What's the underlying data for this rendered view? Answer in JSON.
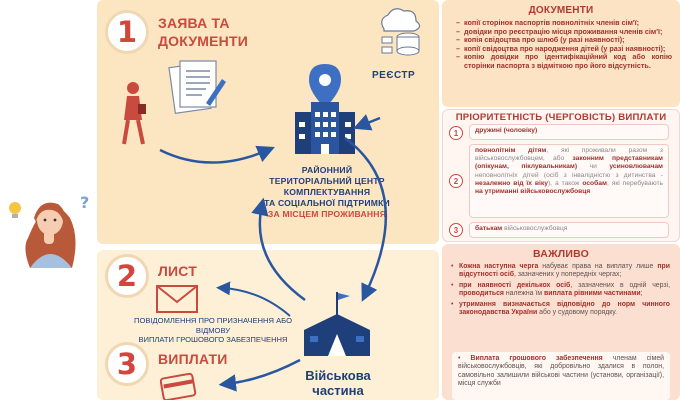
{
  "steps": [
    {
      "number": "1",
      "title_line1": "ЗАЯВА ТА",
      "title_line2": "ДОКУМЕНТИ"
    },
    {
      "number": "2",
      "title_line1": "ЛИСТ"
    },
    {
      "number": "3",
      "title_line1": "ВИПЛАТИ"
    }
  ],
  "center": {
    "registry_label": "РЕЄСТР",
    "tcc_lines": [
      "РАЙОННИЙ",
      "ТЕРИТОРІАЛЬНИЙ ЦЕНТР",
      "КОМПЛЕКТУВАННЯ",
      "ТА СОЦІАЛЬНОЇ ПІДТРИМКИ"
    ],
    "tcc_place": "ЗА МІСЦЕМ ПРОЖИВАННЯ",
    "unit_line1": "Військова",
    "unit_line2": "частина"
  },
  "notification": {
    "lines": [
      "ПОВІДОМЛЕННЯ ПРО ПРИЗНАЧЕННЯ АБО ВІДМОВУ",
      "ВИПЛАТИ ГРОШОВОГО ЗАБЕЗПЕЧЕННЯ"
    ]
  },
  "documents": {
    "title": "ДОКУМЕНТИ",
    "items": [
      "копії сторінок паспортів повнолітніх членів сім'ї;",
      "довідки про реєстрацію місця проживання членів сім'ї;",
      "копія свідоцтва про шлюб (у разі наявності);",
      "копії свідоцтва про народження дітей (у разі наявності);",
      "копію довідки про ідентифікаційний код або копію сторінки паспорта з відміткою про його відсутність."
    ]
  },
  "priority": {
    "title": "ПРІОРИТЕТНІСТЬ (ЧЕРГОВІСТЬ) ВИПЛАТИ",
    "items": [
      {
        "num": "1",
        "strong": "дружині (чоловіку)",
        "text": ""
      },
      {
        "num": "2",
        "p1": "повнолітнім дітям",
        "p2": ", які проживали разом з військовослужбовцем, або ",
        "p3": "законним представникам (опікунам, піклувальникам)",
        "p4": " чи ",
        "p5": "усиновлювачам",
        "p6": " неповнолітніх дітей (осіб з інвалідністю з дитинства - ",
        "p7": "незалежно від їх віку",
        "p8": "), а також ",
        "p9": "особам",
        "p10": ", які перебувають ",
        "p11": "на утриманні військовослужбовця"
      },
      {
        "num": "3",
        "strong": "батькам",
        "text": " військовослужбовця"
      }
    ]
  },
  "important": {
    "title": "ВАЖЛИВО",
    "items": [
      {
        "strong": "Кожна наступна черга",
        "text": " набуває права на виплату лише ",
        "strong2": "при відсутності осіб",
        "text2": ", зазначених у попередніх чергах;"
      },
      {
        "strong": "при наявності декількох осіб",
        "text": ", зазначених в одній черзі, ",
        "strong2": "проводиться",
        "text2": " належна їм ",
        "strong3": "виплата рівними частинами",
        "text3": ";"
      },
      {
        "strong": "утримання визначається відповідно до норм чинного законодавства України",
        "text": " або у судовому порядку."
      }
    ],
    "box": {
      "strong": "Виплата грошового забезпечення",
      "text": " членам сімей військовослужбовців, які добровільно здалися в полон, самовільно залишили військові частини (установи, організації), місця служби"
    }
  },
  "colors": {
    "accent": "#c94a3e",
    "navy": "#1f3f7a",
    "blue": "#3d6fc2",
    "panel": "#fbe6c1"
  },
  "icons": [
    "number-1-badge",
    "woman-walking-icon",
    "document-icon",
    "database-icon",
    "location-pin-icon",
    "building-icon",
    "envelope-icon",
    "military-tent-icon",
    "card-icon",
    "thinking-woman-icon"
  ]
}
